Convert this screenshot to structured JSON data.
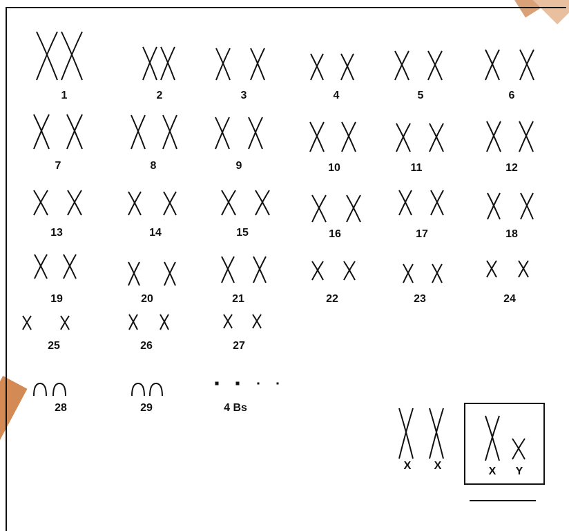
{
  "autosomes": [
    {
      "label": "1"
    },
    {
      "label": "2"
    },
    {
      "label": "3"
    },
    {
      "label": "4"
    },
    {
      "label": "5"
    },
    {
      "label": "6"
    },
    {
      "label": "7"
    },
    {
      "label": "8"
    },
    {
      "label": "9"
    },
    {
      "label": "10"
    },
    {
      "label": "11"
    },
    {
      "label": "12"
    },
    {
      "label": "13"
    },
    {
      "label": "14"
    },
    {
      "label": "15"
    },
    {
      "label": "16"
    },
    {
      "label": "17"
    },
    {
      "label": "18"
    },
    {
      "label": "19"
    },
    {
      "label": "20"
    },
    {
      "label": "21"
    },
    {
      "label": "22"
    },
    {
      "label": "23"
    },
    {
      "label": "24"
    },
    {
      "label": "25"
    },
    {
      "label": "26"
    },
    {
      "label": "27"
    }
  ],
  "acrocentric": [
    {
      "label": "28"
    },
    {
      "label": "29"
    }
  ],
  "b_chromosomes": {
    "label": "4 Bs",
    "count": 4
  },
  "sex_chromosomes": {
    "female": [
      {
        "label": "X"
      },
      {
        "label": "X"
      }
    ],
    "male": [
      {
        "label": "X"
      },
      {
        "label": "Y"
      }
    ]
  },
  "colors": {
    "ink": "#111111",
    "accent_orange": "#d38a55",
    "accent_light": "#e8c0a0"
  }
}
